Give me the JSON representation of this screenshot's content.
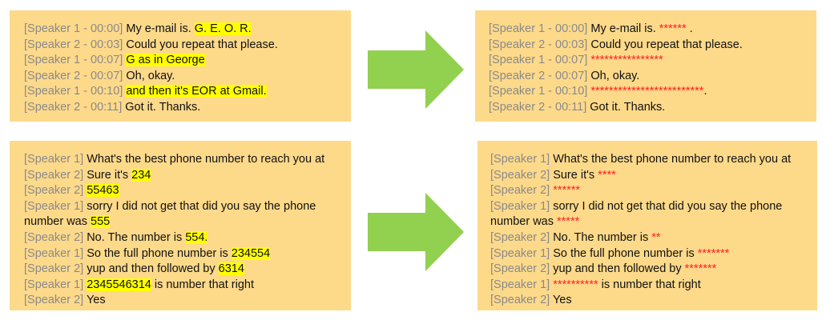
{
  "panels": [
    {
      "id": "p1",
      "lines": [
        [
          {
            "t": "[Speaker 1 - 00:00] ",
            "c": "spk"
          },
          {
            "t": "My e-mail is. "
          },
          {
            "t": "G. E. O. R.",
            "c": "hl"
          }
        ],
        [
          {
            "t": "[Speaker 2 - 00:03] ",
            "c": "spk"
          },
          {
            "t": "Could you repeat that please."
          }
        ],
        [
          {
            "t": "[Speaker 1 - 00:07] ",
            "c": "spk"
          },
          {
            "t": "G as in George",
            "c": "hl"
          }
        ],
        [
          {
            "t": "[Speaker 2 - 00:07] ",
            "c": "spk"
          },
          {
            "t": "Oh, okay."
          }
        ],
        [
          {
            "t": "[Speaker 1 - 00:10] ",
            "c": "spk"
          },
          {
            "t": "and then it's EOR at Gmail.",
            "c": "hl"
          }
        ],
        [
          {
            "t": "[Speaker 2 - 00:11] ",
            "c": "spk"
          },
          {
            "t": "Got it. Thanks."
          }
        ]
      ]
    },
    {
      "id": "p2",
      "lines": [
        [
          {
            "t": "[Speaker 1 - 00:00] ",
            "c": "spk"
          },
          {
            "t": "My e-mail is. "
          },
          {
            "t": "******",
            "c": "red"
          },
          {
            "t": " ."
          }
        ],
        [
          {
            "t": "[Speaker 2 - 00:03] ",
            "c": "spk"
          },
          {
            "t": "Could you repeat that please."
          }
        ],
        [
          {
            "t": "[Speaker 1 - 00:07] ",
            "c": "spk"
          },
          {
            "t": "****************",
            "c": "red"
          }
        ],
        [
          {
            "t": "[Speaker 2 - 00:07] ",
            "c": "spk"
          },
          {
            "t": "Oh, okay."
          }
        ],
        [
          {
            "t": "[Speaker 1 - 00:10] ",
            "c": "spk"
          },
          {
            "t": "*************************",
            "c": "red"
          },
          {
            "t": "."
          }
        ],
        [
          {
            "t": "[Speaker 2 - 00:11] ",
            "c": "spk"
          },
          {
            "t": "Got it. Thanks."
          }
        ]
      ]
    },
    {
      "id": "p3",
      "lines": [
        [
          {
            "t": "[Speaker 1] ",
            "c": "spk"
          },
          {
            "t": "What's the best phone number to reach you at"
          }
        ],
        [
          {
            "t": "[Speaker 2] ",
            "c": "spk"
          },
          {
            "t": "Sure it's "
          },
          {
            "t": "234",
            "c": "hl"
          }
        ],
        [
          {
            "t": "[Speaker 2] ",
            "c": "spk"
          },
          {
            "t": "55463",
            "c": "hl"
          }
        ],
        [
          {
            "t": "[Speaker 1] ",
            "c": "spk"
          },
          {
            "t": "sorry I did not get that did you say the phone number was "
          },
          {
            "t": "555",
            "c": "hl"
          }
        ],
        [
          {
            "t": "[Speaker 2] ",
            "c": "spk"
          },
          {
            "t": "No. The number is "
          },
          {
            "t": "554.",
            "c": "hl"
          }
        ],
        [
          {
            "t": "[Speaker 1] ",
            "c": "spk"
          },
          {
            "t": "So the full phone number is "
          },
          {
            "t": "234554",
            "c": "hl"
          }
        ],
        [
          {
            "t": "[Speaker 2] ",
            "c": "spk"
          },
          {
            "t": "yup and then followed by "
          },
          {
            "t": "6314",
            "c": "hl"
          }
        ],
        [
          {
            "t": "[Speaker 1] ",
            "c": "spk"
          },
          {
            "t": "2345546314",
            "c": "hl"
          },
          {
            "t": " is number that right"
          }
        ],
        [
          {
            "t": "[Speaker 2] ",
            "c": "spk"
          },
          {
            "t": "Yes"
          }
        ]
      ]
    },
    {
      "id": "p4",
      "lines": [
        [
          {
            "t": "[Speaker 1] ",
            "c": "spk"
          },
          {
            "t": "What's the best phone number to reach you at"
          }
        ],
        [
          {
            "t": "[Speaker 2] ",
            "c": "spk"
          },
          {
            "t": "Sure it's "
          },
          {
            "t": "****",
            "c": "red"
          }
        ],
        [
          {
            "t": "[Speaker 2] ",
            "c": "spk"
          },
          {
            "t": "******",
            "c": "red"
          }
        ],
        [
          {
            "t": "[Speaker 1] ",
            "c": "spk"
          },
          {
            "t": "sorry I did not get that did you say the phone number was "
          },
          {
            "t": "*****",
            "c": "red"
          }
        ],
        [
          {
            "t": "[Speaker 2] ",
            "c": "spk"
          },
          {
            "t": "No. The number is "
          },
          {
            "t": "**",
            "c": "red"
          }
        ],
        [
          {
            "t": "[Speaker 1] ",
            "c": "spk"
          },
          {
            "t": "So the full phone number is "
          },
          {
            "t": "*******",
            "c": "red"
          }
        ],
        [
          {
            "t": "[Speaker 2] ",
            "c": "spk"
          },
          {
            "t": "yup and then followed by "
          },
          {
            "t": "*******",
            "c": "red"
          }
        ],
        [
          {
            "t": "[Speaker 1] ",
            "c": "spk"
          },
          {
            "t": "**********",
            "c": "red"
          },
          {
            "t": " is number that right"
          }
        ],
        [
          {
            "t": "[Speaker 2] ",
            "c": "spk"
          },
          {
            "t": "Yes"
          }
        ]
      ]
    }
  ],
  "colors": {
    "panel_bg": "#fdd98a",
    "highlight": "#ffff00",
    "redaction": "#ff2222",
    "speaker_label": "#8a8a8a",
    "arrow": "#92d050"
  }
}
